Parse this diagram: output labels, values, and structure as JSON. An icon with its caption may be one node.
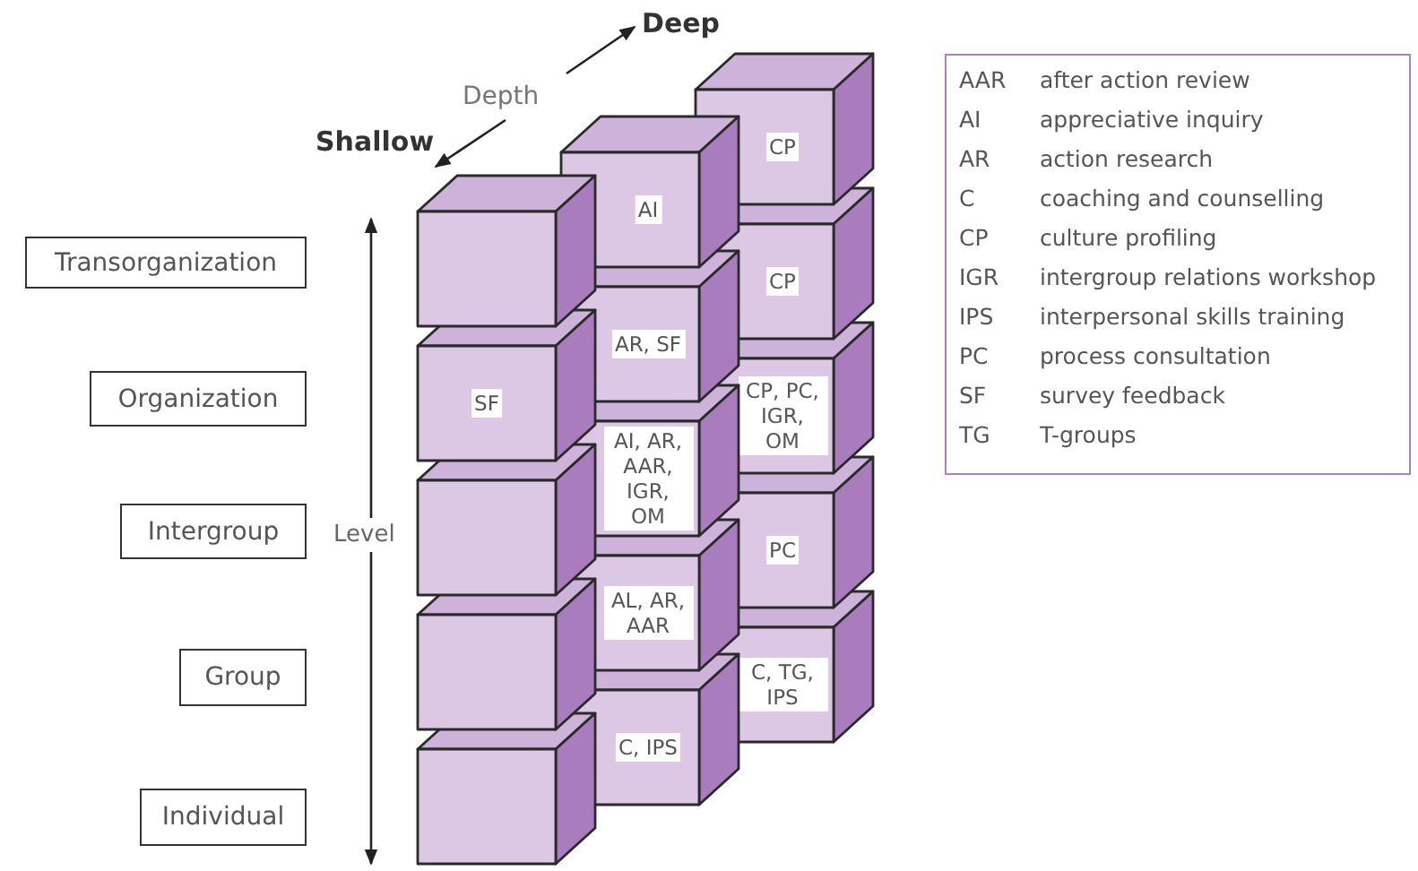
{
  "diagram": {
    "nodes": [
      {
        "text": [
          "Transorganization"
        ]
      },
      {
        "text": [
          "Organization"
        ]
      },
      {
        "text": [
          "Intergroup"
        ]
      },
      {
        "text": [
          "Group"
        ]
      },
      {
        "text": [
          "Individual"
        ]
      },
      {
        "text": [],
        "shape": "box"
      },
      {
        "text": [
          "SF"
        ]
      },
      {
        "text": [],
        "shape": "box"
      },
      {
        "text": [],
        "shape": "box"
      },
      {
        "text": [],
        "shape": "box"
      },
      {
        "text": [
          "AI"
        ]
      },
      {
        "text": [
          "AR, SF"
        ]
      },
      {
        "text": [
          "AI, AR, AAR, IGR, OM"
        ]
      },
      {
        "text": [
          "AL, AR, AAR"
        ]
      },
      {
        "text": [
          "C, IPS"
        ]
      },
      {
        "text": [
          "CP"
        ]
      },
      {
        "text": [
          "CP"
        ]
      },
      {
        "text": [
          "CP, PC, IGR, OM"
        ]
      },
      {
        "text": [
          "PC"
        ]
      },
      {
        "text": [
          "C, TG, IPS"
        ]
      }
    ],
    "labels": [
      "Deep",
      "Depth",
      "Shallow",
      "Level",
      "AAR",
      "after action review",
      "AI",
      "appreciative inquiry",
      "AR",
      "action research",
      "C",
      "coaching and counselling",
      "CP",
      "culture profiling",
      "IGR",
      "intergroup relations workshop",
      "IPS",
      "interpersonal skills training",
      "PC",
      "process consultation",
      "SF",
      "survey feedback",
      "TG",
      "T-groups"
    ]
  }
}
